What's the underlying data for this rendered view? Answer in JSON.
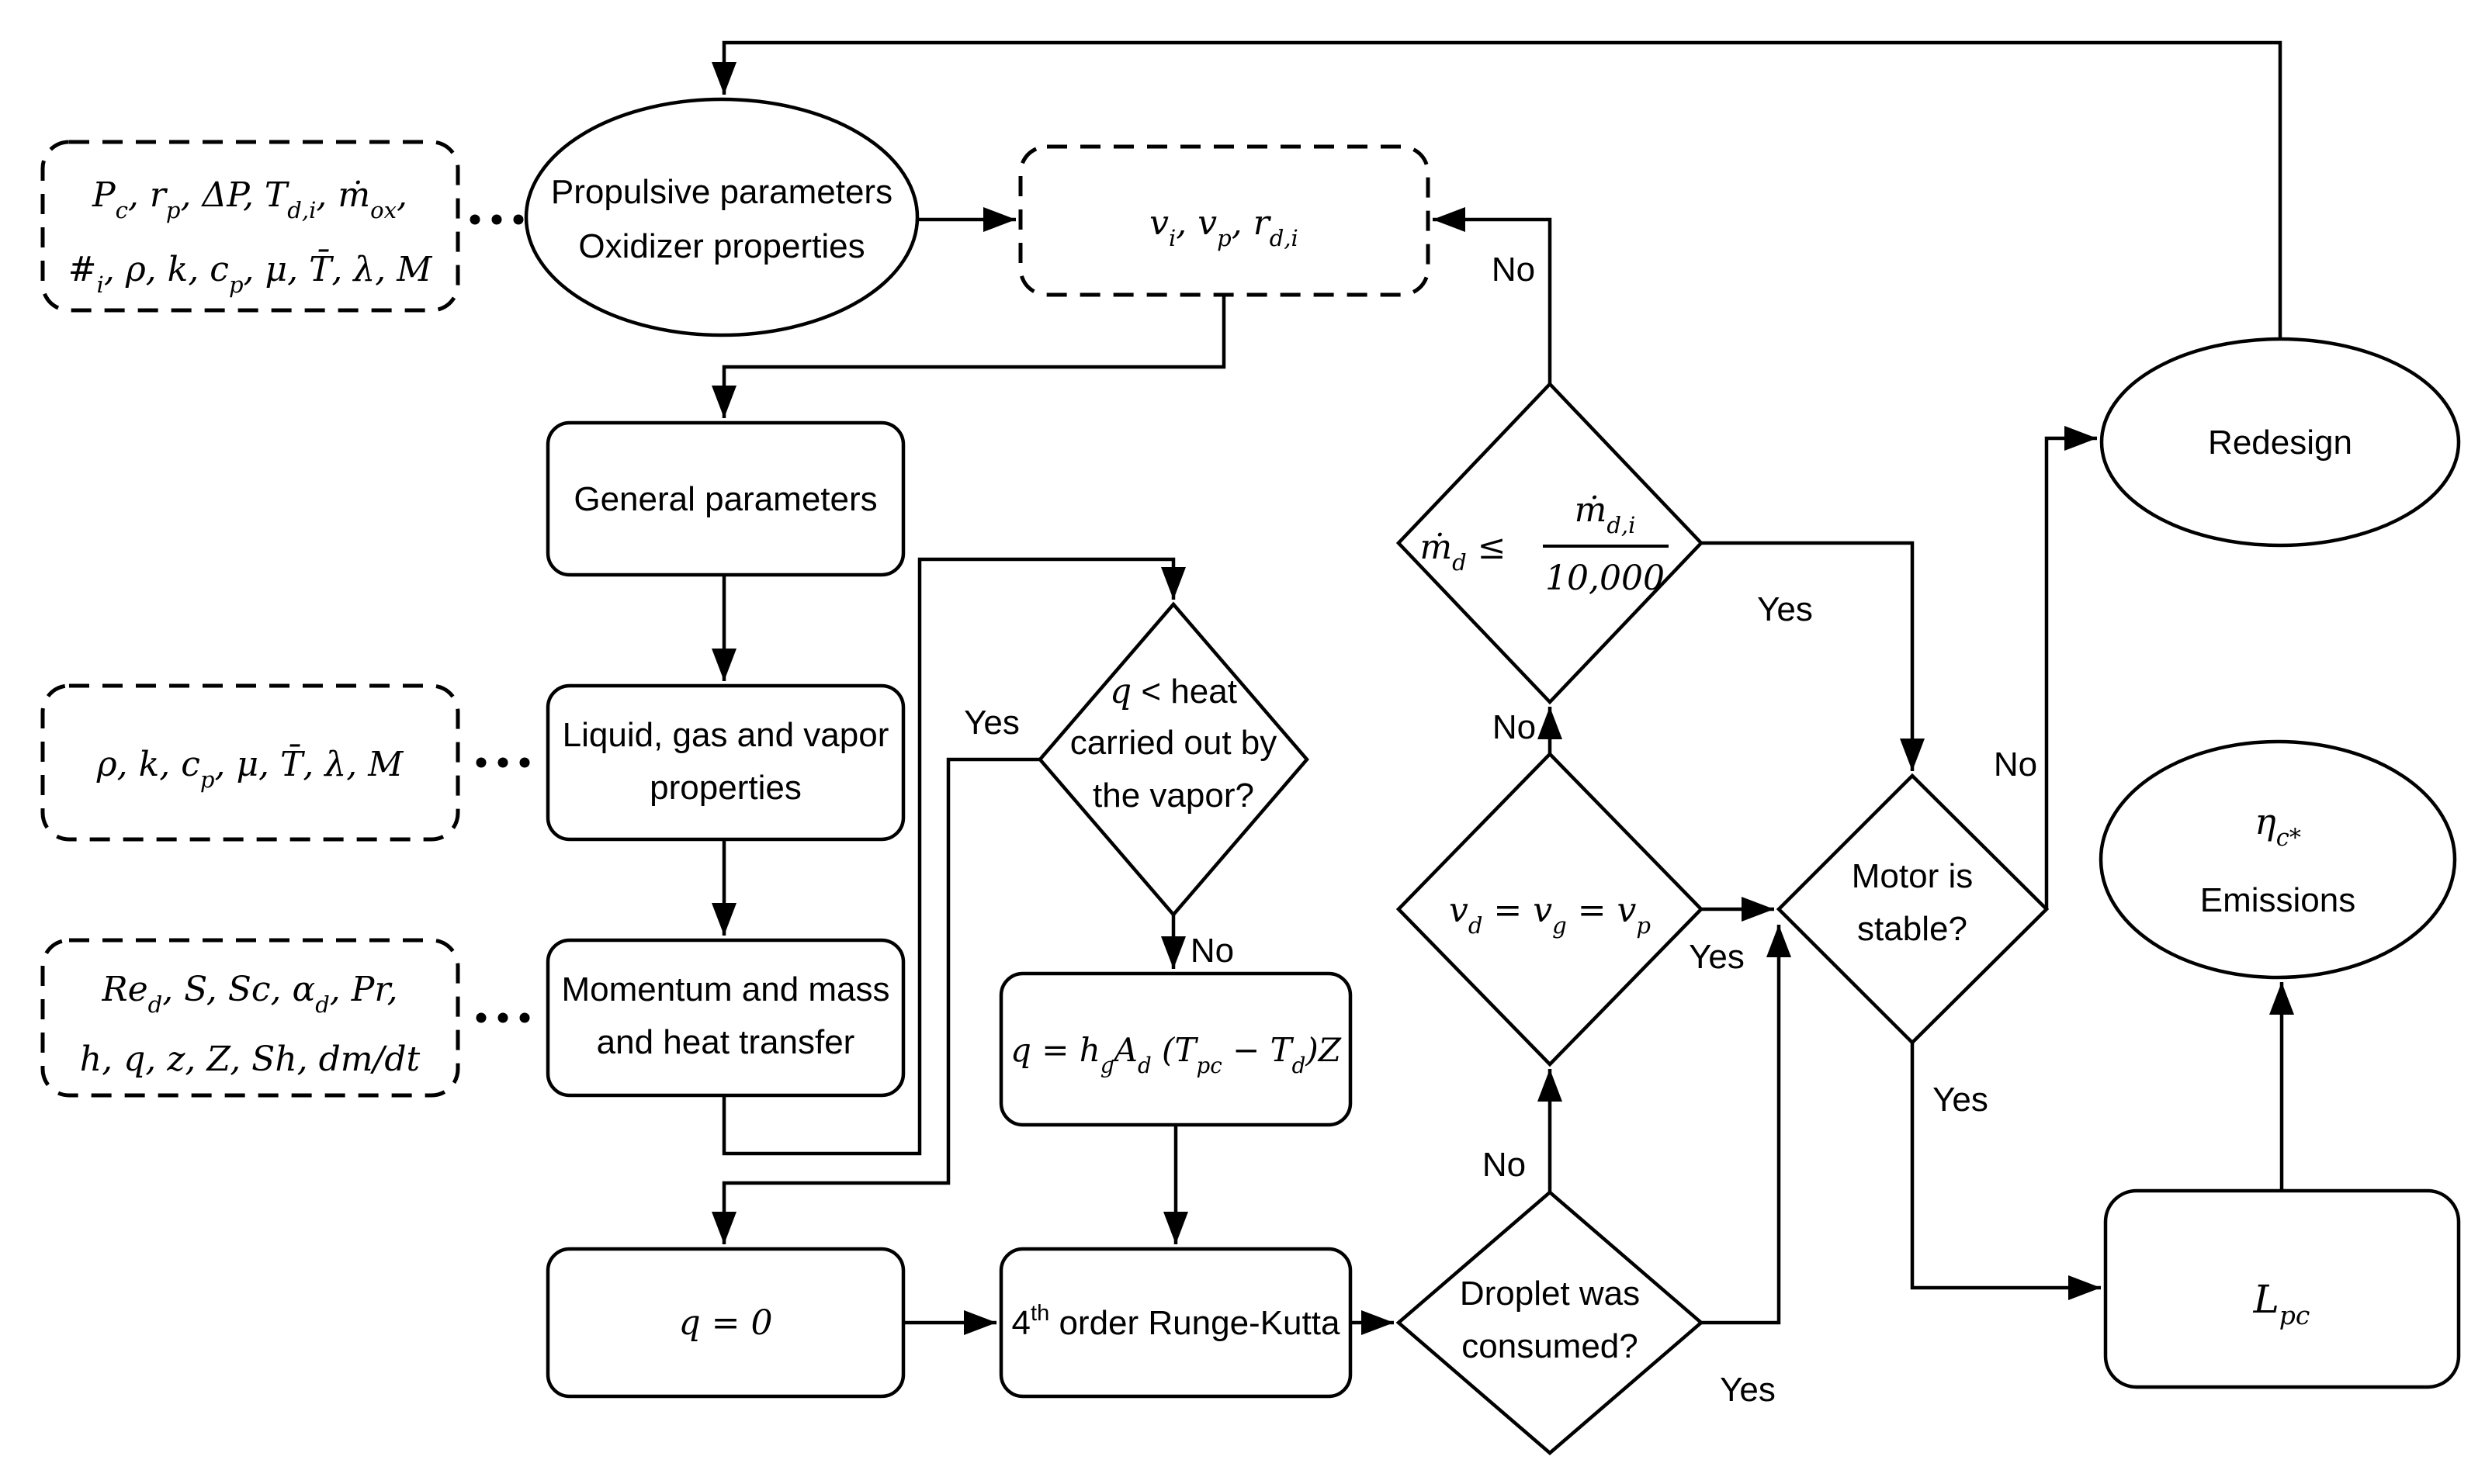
{
  "colors": {
    "background": "#ffffff",
    "line": "#000000",
    "text": "#000000"
  },
  "nodes": {
    "inputs_propulsive": {
      "line1": "P_{c}, r_{p}, ΔP, T_{d,i}, ṁ_{ox},",
      "line2": "#_{i}, ρ, k, c_{p}, μ, T̄, λ, M"
    },
    "propulsive_params": {
      "line1": "Propulsive parameters",
      "line2": "Oxidizer properties"
    },
    "initial_velocities": {
      "label": "v_{i}, v_{p}, r_{d,i}"
    },
    "redesign": {
      "label": "Redesign"
    },
    "general_params": {
      "label": "General parameters"
    },
    "mdot_check": {
      "lhs": "ṁ_{d} ≤",
      "numerator": "ṁ_{d,i}",
      "denominator": "10,000"
    },
    "inputs_properties": {
      "label": "ρ, k, c_{p}, μ, T̄, λ, M"
    },
    "liquid_gas_vapor": {
      "line1": "Liquid, gas and vapor",
      "line2": "properties"
    },
    "q_heat_check": {
      "line1": "$q$ < heat",
      "line2": "carried out by",
      "line3": "the vapor?"
    },
    "velocity_check": {
      "label": "v_{d} = v_{g} = v_{p}"
    },
    "motor_stable": {
      "line1": "Motor is",
      "line2": "stable?"
    },
    "performance": {
      "line1": "η_{c*}",
      "line2": "Emissions"
    },
    "inputs_transfer": {
      "line1": "Re_{d}, S, Sc, α_{d}, Pr,",
      "line2": "h, q, z, Z, Sh, dm/dt"
    },
    "momentum_transfer": {
      "line1": "Momentum and mass",
      "line2": "and heat transfer"
    },
    "q_formula": {
      "label": "q = h_{g}A_{d} (T_{pc} − T_{d})Z"
    },
    "q_zero": {
      "label": "q = 0"
    },
    "runge_kutta": {
      "label": "4^{th} order Runge-Kutta"
    },
    "droplet_consumed": {
      "line1": "Droplet was",
      "line2": "consumed?"
    },
    "l_pc": {
      "label": "L_{pc}"
    }
  },
  "edge_labels": {
    "mdot_no": "No",
    "mdot_yes": "Yes",
    "vel_no": "No",
    "vel_yes": "Yes",
    "qheat_yes": "Yes",
    "qheat_no": "No",
    "droplet_no": "No",
    "droplet_yes": "Yes",
    "motor_yes": "Yes",
    "motor_no": "No"
  }
}
